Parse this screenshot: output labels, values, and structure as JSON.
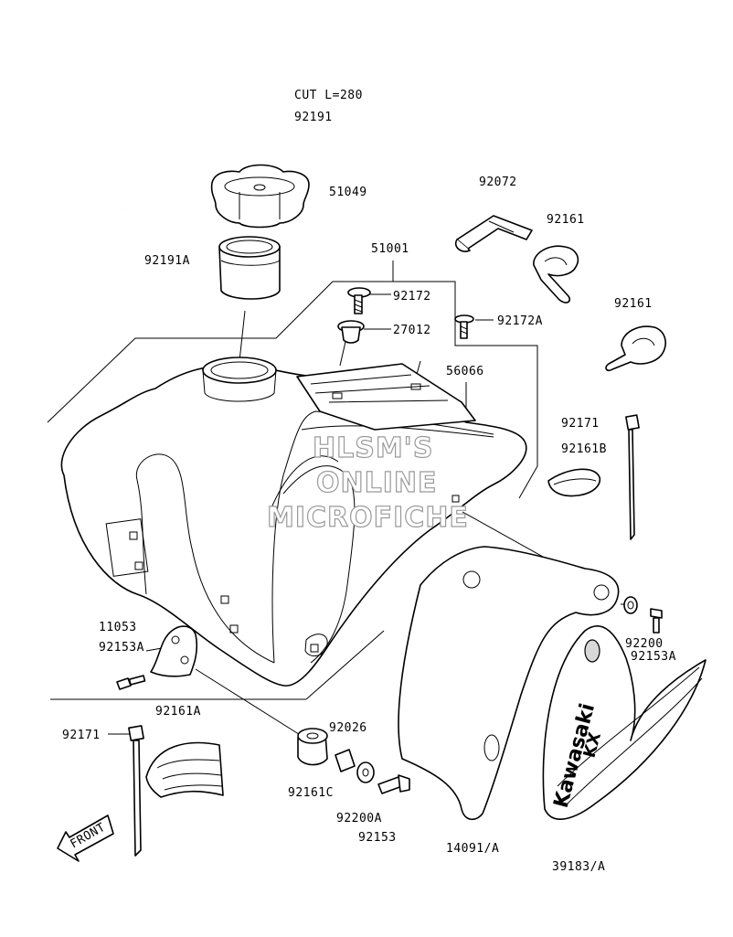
{
  "labels": {
    "cut": "CUT L=280",
    "p92191": "92191",
    "p51049": "51049",
    "p92191A": "92191A",
    "p51001": "51001",
    "p92172": "92172",
    "p27012": "27012",
    "p92172A": "92172A",
    "p92072": "92072",
    "p92161_a": "92161",
    "p92161_b": "92161",
    "p56066": "56066",
    "p92171_a": "92171",
    "p92161B": "92161B",
    "p11053": "11053",
    "p92153A_a": "92153A",
    "p92161A": "92161A",
    "p92171_b": "92171",
    "p92026": "92026",
    "p92161C": "92161C",
    "p92200A": "92200A",
    "p92153": "92153",
    "p14091A": "14091/A",
    "p92200": "92200",
    "p92153A_b": "92153A",
    "p39183A": "39183/A"
  },
  "front_arrow": "FRONT",
  "watermark": [
    "HLSM'S",
    "ONLINE",
    "MICROFICHE"
  ],
  "decal": {
    "brand": "Kawasaki",
    "model": "KX"
  }
}
